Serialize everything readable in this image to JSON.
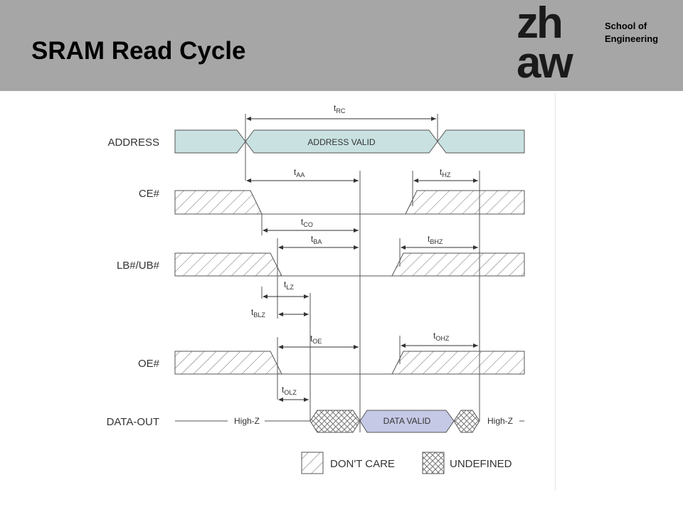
{
  "header": {
    "title": "SRAM Read Cycle",
    "logo_top": "zh",
    "logo_bottom": "aw",
    "school_line1": "School of",
    "school_line2": "Engineering"
  },
  "diagram": {
    "signals": {
      "address": "ADDRESS",
      "ce": "CE#",
      "lbub": "LB#/UB#",
      "oe": "OE#",
      "dataout": "DATA-OUT"
    },
    "labels": {
      "address_valid": "ADDRESS VALID",
      "data_valid": "DATA VALID",
      "highz_left": "High-Z",
      "highz_right": "High-Z"
    },
    "timings": {
      "rc": {
        "t": "t",
        "sub": "RC"
      },
      "aa": {
        "t": "t",
        "sub": "AA"
      },
      "hz": {
        "t": "t",
        "sub": "HZ"
      },
      "co": {
        "t": "t",
        "sub": "CO"
      },
      "ba": {
        "t": "t",
        "sub": "BA"
      },
      "bhz": {
        "t": "t",
        "sub": "BHZ"
      },
      "lz": {
        "t": "t",
        "sub": "LZ"
      },
      "blz": {
        "t": "t",
        "sub": "BLZ"
      },
      "oe": {
        "t": "t",
        "sub": "OE"
      },
      "ohz": {
        "t": "t",
        "sub": "OHZ"
      },
      "olz": {
        "t": "t",
        "sub": "OLZ"
      }
    },
    "legend": {
      "dont_care": "DON'T CARE",
      "undefined": "UNDEFINED"
    },
    "colors": {
      "address_fill": "#c9e1e1",
      "data_fill": "#c5c9e6",
      "header_bg": "#a6a6a6"
    }
  }
}
